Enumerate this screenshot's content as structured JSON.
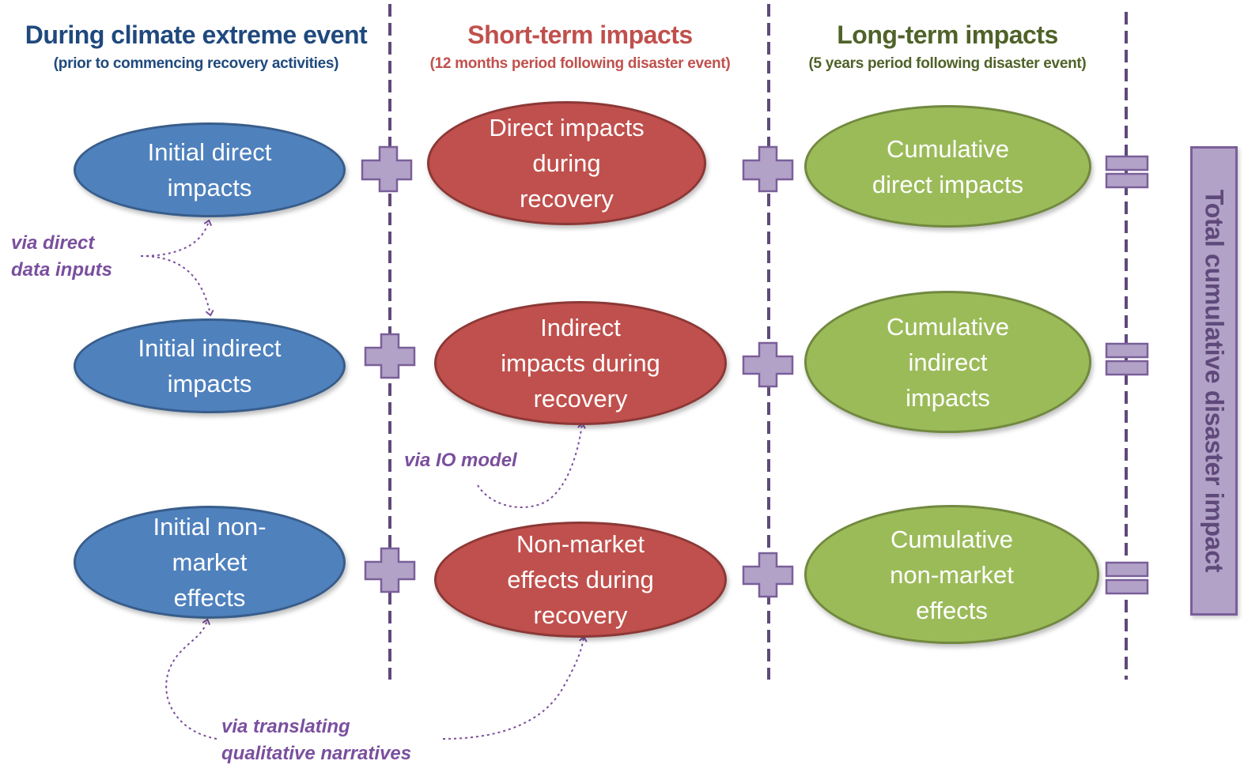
{
  "colors": {
    "blue_title": "#1f497d",
    "red_title": "#c0504d",
    "green_title": "#4f6228",
    "blue_fill": "#4f81bd",
    "red_fill": "#c0504d",
    "green_fill": "#9bbb59",
    "operator_fill": "#b3a2c7",
    "operator_stroke": "#7a5f9a",
    "annotation": "#7a4f9e",
    "divider": "#5f497a"
  },
  "columns": [
    {
      "title": "During climate extreme event",
      "subtitle": "(prior to commencing recovery activities)"
    },
    {
      "title": "Short-term impacts",
      "subtitle": "(12 months period following disaster event)"
    },
    {
      "title": "Long-term impacts",
      "subtitle": "(5 years period following disaster event)"
    }
  ],
  "initial": [
    {
      "label": "Initial direct\nimpacts"
    },
    {
      "label": "Initial indirect\nimpacts"
    },
    {
      "label": "Initial non-\nmarket\neffects"
    }
  ],
  "short_term": [
    {
      "label": "Direct impacts\nduring\nrecovery"
    },
    {
      "label": "Indirect\nimpacts during\nrecovery"
    },
    {
      "label": "Non-market\neffects during\nrecovery"
    }
  ],
  "long_term": [
    {
      "label": "Cumulative\ndirect impacts"
    },
    {
      "label": "Cumulative\nindirect\nimpacts"
    },
    {
      "label": "Cumulative\nnon-market\neffects"
    }
  ],
  "operators": {
    "plus": "plus-sign",
    "equals": "equals-sign"
  },
  "annotations": {
    "direct": "via direct\ndata inputs",
    "io_model": "via IO model",
    "narratives": "via translating\nqualitative narratives"
  },
  "total": "Total cumulative disaster impact"
}
